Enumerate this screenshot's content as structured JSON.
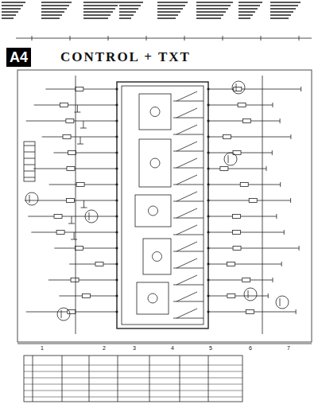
{
  "diagram": {
    "title": "CONTROL + TXT",
    "nodes": [
      {
        "text": [
          "A4"
        ]
      }
    ],
    "labels": [
      "1",
      "2",
      "3",
      "4",
      "5",
      "6",
      "7"
    ]
  }
}
